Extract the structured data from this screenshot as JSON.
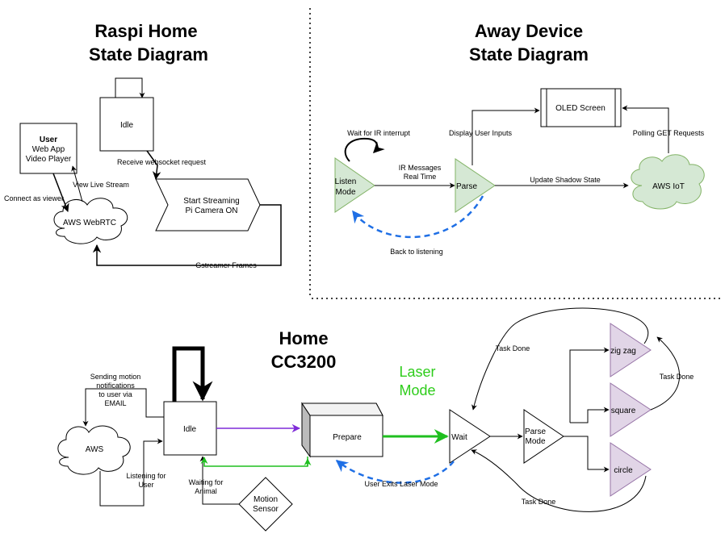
{
  "titles": {
    "raspi_line1": "Raspi Home",
    "raspi_line2": "State Diagram",
    "away_line1": "Away Device",
    "away_line2": "State Diagram",
    "home_line1": "Home",
    "home_line2": "CC3200",
    "laser_line1": "Laser",
    "laser_line2": "Mode"
  },
  "raspi": {
    "user_line1": "User",
    "user_line2": "Web App",
    "user_line3": "Video Player",
    "idle": "Idle",
    "stream_line1": "Start Streaming",
    "stream_line2": "Pi Camera ON",
    "webrtc": "AWS WebRTC",
    "edge_websocket": "Receive websocket request",
    "edge_live": "View Live Stream",
    "edge_viewer": "Connect as viewer",
    "edge_frames": "Gstreamer Frames"
  },
  "away": {
    "listen_line1": "Listen",
    "listen_line2": "Mode",
    "parse": "Parse",
    "oled": "OLED Screen",
    "iot": "AWS IoT",
    "edge_wait_ir": "Wait for IR interrupt",
    "edge_ir_line1": "IR Messages",
    "edge_ir_line2": "Real Time",
    "edge_display": "Display User Inputs",
    "edge_update": "Update Shadow State",
    "edge_polling": "Polling GET Requests",
    "edge_back": "Back to listening"
  },
  "home": {
    "idle": "Idle",
    "aws": "AWS",
    "prepare": "Prepare",
    "wait": "Wait",
    "parse_line1": "Parse",
    "parse_line2": "Mode",
    "zigzag": "zig zag",
    "square": "square",
    "circle": "circle",
    "motion_line1": "Motion",
    "motion_line2": "Sensor",
    "edge_sending_line1": "Sending motion",
    "edge_sending_line2": "notifications",
    "edge_sending_line3": "to user via",
    "edge_sending_line4": "EMAIL",
    "edge_listening_line1": "Listening for",
    "edge_listening_line2": "User",
    "edge_waiting_line1": "Waiting for",
    "edge_waiting_line2": "Animal",
    "edge_exits": "User Exits Laser Mode",
    "edge_task_done_top": "Task Done",
    "edge_task_done_right": "Task Done",
    "edge_task_done_bottom": "Task Done"
  },
  "colors": {
    "green_fill": "#d5e8d4",
    "green_stroke": "#82b366",
    "purple_fill": "#e1d5e7",
    "purple_stroke": "#9673a6",
    "laser_green": "#2ecc1b",
    "blue_dashed": "#1f6fe5",
    "purple_arrow": "#7f2bd8",
    "green_arrow": "#1fbf1f"
  }
}
